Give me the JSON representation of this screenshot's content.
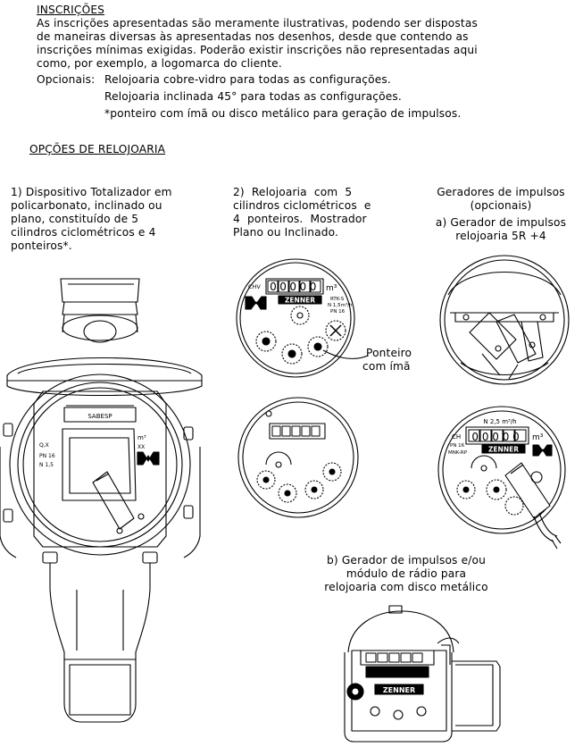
{
  "inscricoes": {
    "heading": "INSCRIÇÕES",
    "lines": [
      "As inscrições apresentadas são meramente ilustrativas, podendo ser dispostas",
      "de maneiras diversas às apresentadas nos desenhos, desde que contendo as",
      "inscrições mínimas exigidas. Poderão existir inscrições não representadas aqui",
      "como, por exemplo, a logomarca do cliente."
    ],
    "opcionais_label": "Opcionais:",
    "opcionais": [
      "Relojoaria cobre-vidro para todas as configurações.",
      "Relojoaria inclinada 45° para todas as configurações.",
      "*ponteiro com ímã ou disco metálico para geração de impulsos."
    ]
  },
  "opcoes": {
    "heading": "OPÇÕES DE RELOJOARIA",
    "col1": [
      "1) Dispositivo Totalizador em",
      "policarbonato, inclinado ou",
      "plano, constituído de 5",
      "cilindros ciclométricos e 4",
      "ponteiros*."
    ],
    "col2": [
      "2)  Relojoaria  com  5",
      "cilindros ciclométricos  e",
      "4  ponteiros.  Mostrador",
      "Plano ou Inclinado."
    ],
    "col3": [
      "Geradores de impulsos",
      "(opcionais)",
      "a) Gerador de impulsos",
      "relojoaria 5R +4"
    ],
    "ponteiro_label": [
      "Ponteiro",
      "com ímã"
    ],
    "radio": [
      "b) Gerador de impulsos e/ou",
      "módulo de rádio para",
      "relojoaria com disco metálico"
    ]
  },
  "drawing_labels": {
    "brand": "ZENNER",
    "meter_brand": "SABESP",
    "dial1_prefix": "CHV",
    "dial1_digits": "00000",
    "dial1_unit": "m³",
    "dial1_model": "RTK-S",
    "dial1_spec": "N 1,5m³/h",
    "dial1_pn": "PN 16",
    "dial3_top": "N 2,5 m³/h",
    "dial3_prefix": "CH",
    "dial3_digits": "00000",
    "dial3_unit": "m³",
    "dial3_pn": "PN 16",
    "dial3_model": "MNK-RP",
    "meter_pn": "PN 16",
    "meter_spec": "N 1,5",
    "meter_q": "Q,X",
    "meter_m3": "m³",
    "meter_xx": "XX"
  }
}
